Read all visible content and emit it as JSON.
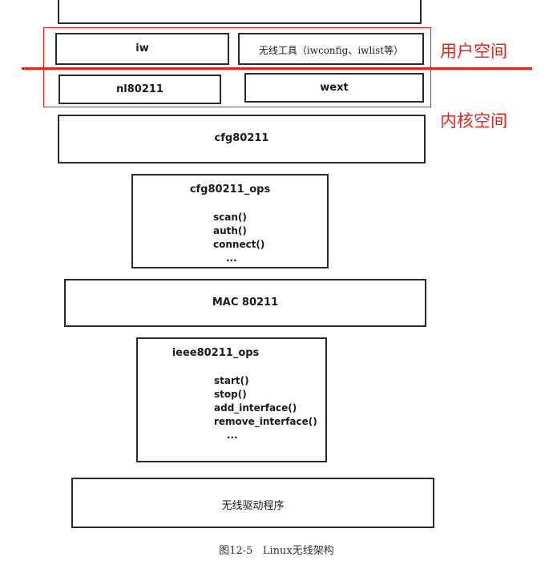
{
  "diagram": {
    "caption": "图12-5   Linux无线架构",
    "user_space": {
      "label": "用户空间",
      "boxes": {
        "iw": "iw",
        "wireless_tools": "无线工具（iwconfig、iwlist等）"
      }
    },
    "kernel_space": {
      "label": "内核空间",
      "boxes": {
        "nl80211": "nl80211",
        "wext": "wext"
      }
    },
    "cfg80211": {
      "label": "cfg80211"
    },
    "cfg80211_ops": {
      "title": "cfg80211_ops",
      "items": [
        "scan()",
        "auth()",
        "connect()",
        "..."
      ]
    },
    "mac80211": {
      "label": "MAC 80211"
    },
    "ieee80211_ops": {
      "title": "ieee80211_ops",
      "items": [
        "start()",
        "stop()",
        "add_interface()",
        "remove_interface()",
        "..."
      ]
    },
    "driver": {
      "label": "无线驱动程序"
    },
    "colors": {
      "annotation": "#e8231b",
      "box_border": "#2a2a2a",
      "text": "#1a1a1a"
    }
  }
}
